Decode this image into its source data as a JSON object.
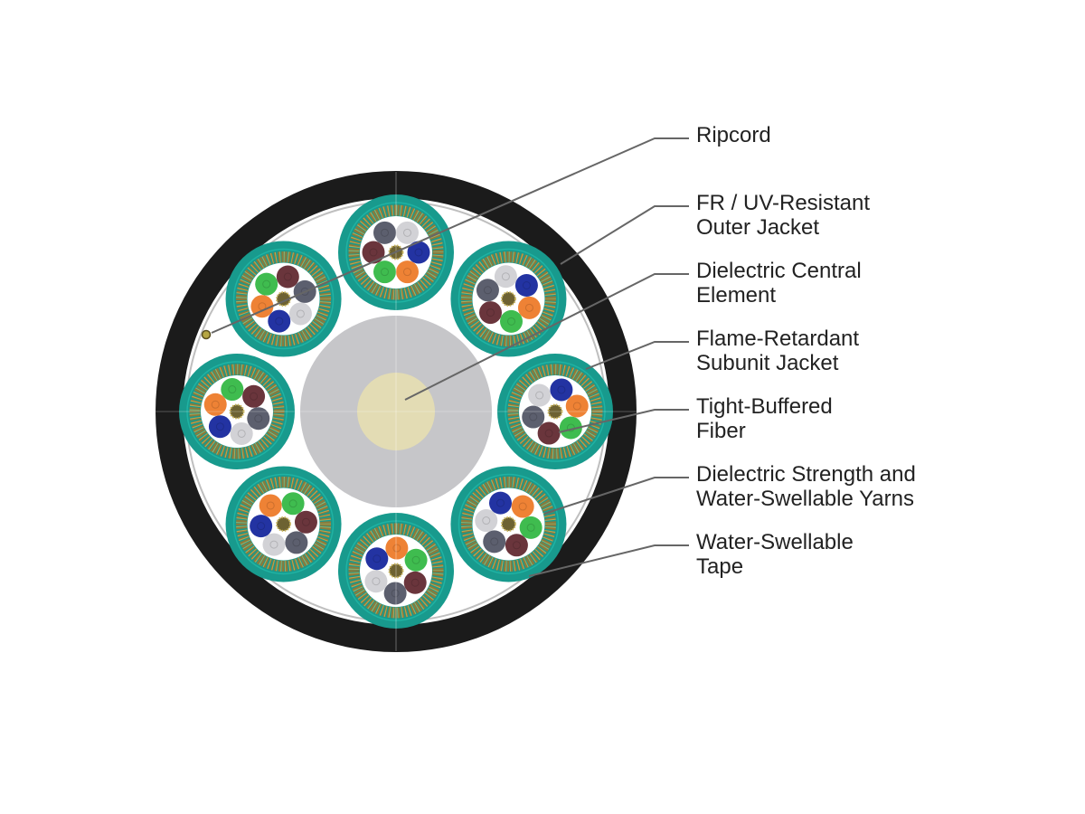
{
  "diagram": {
    "labels": [
      {
        "id": "ripcord",
        "lines": [
          "Ripcord"
        ]
      },
      {
        "id": "outer-jacket",
        "lines": [
          "FR / UV-Resistant",
          "Outer Jacket"
        ]
      },
      {
        "id": "central-element",
        "lines": [
          "Dielectric Central",
          "Element"
        ]
      },
      {
        "id": "subunit-jacket",
        "lines": [
          "Flame-Retardant",
          "Subunit Jacket"
        ]
      },
      {
        "id": "tight-buffered-fiber",
        "lines": [
          "Tight-Buffered",
          "Fiber"
        ]
      },
      {
        "id": "strength-yarns",
        "lines": [
          "Dielectric Strength and",
          "Water-Swellable Yarns"
        ]
      },
      {
        "id": "water-swellable-tape",
        "lines": [
          "Water-Swellable",
          "Tape"
        ]
      }
    ]
  },
  "colors": {
    "outer_jacket": "#1b1b1b",
    "cable_interior": "#ffffff",
    "central_element": "#c6c6c9",
    "central_core": "#e3dcb4",
    "subunit_jacket": "#189a8d",
    "strength_yarn": "#8c7a3a",
    "leader_line": "#666666",
    "label_text": "#222222",
    "fiber_colors": [
      "#2333a2",
      "#ee8235",
      "#3fbc4f",
      "#6a353c",
      "#5c5f6e",
      "#d2d2d6"
    ]
  }
}
